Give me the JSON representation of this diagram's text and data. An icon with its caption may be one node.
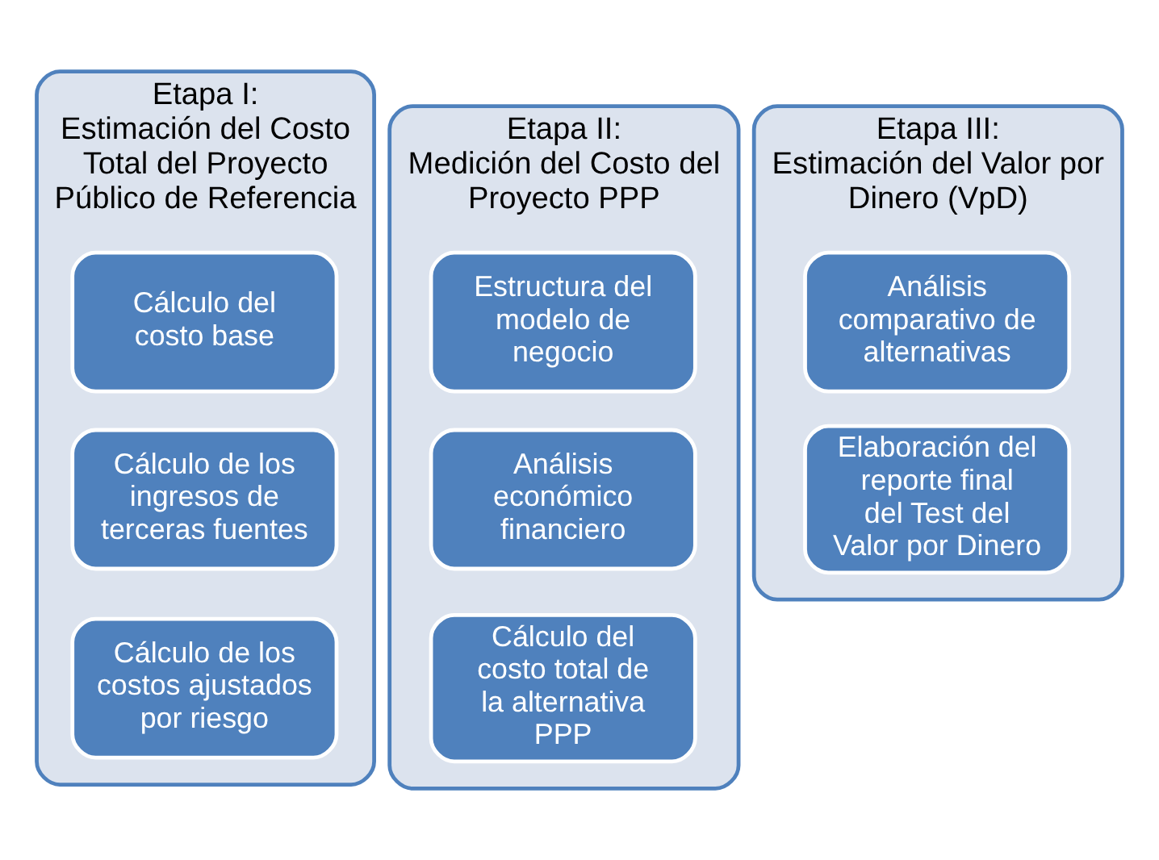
{
  "diagram": {
    "nodes": [
      {
        "text": [
          "Etapa I:",
          "Estimación del Costo Total del Proyecto Público de Referencia"
        ]
      },
      {
        "text": [
          "Cálculo del costo base"
        ],
        "in": 0
      },
      {
        "text": [
          "Cálculo de los ingresos de terceras fuentes"
        ],
        "in": 0
      },
      {
        "text": [
          "Cálculo de los costos ajustados por riesgo"
        ],
        "in": 0
      },
      {
        "text": [
          "Etapa II:",
          "Medición del Costo del Proyecto PPP"
        ]
      },
      {
        "text": [
          "Estructura del modelo de negocio"
        ],
        "in": 4
      },
      {
        "text": [
          "Análisis económico financiero"
        ],
        "in": 4
      },
      {
        "text": [
          "Cálculo del costo total de la alternativa PPP"
        ],
        "in": 4
      },
      {
        "text": [
          "Etapa III:",
          "Estimación del Valor por Dinero (VpD)"
        ]
      },
      {
        "text": [
          "Análisis comparativo de alternativas"
        ],
        "in": 8
      },
      {
        "text": [
          "Elaboración del reporte final del Test del Valor por Dinero"
        ],
        "in": 8
      }
    ],
    "edges": []
  }
}
